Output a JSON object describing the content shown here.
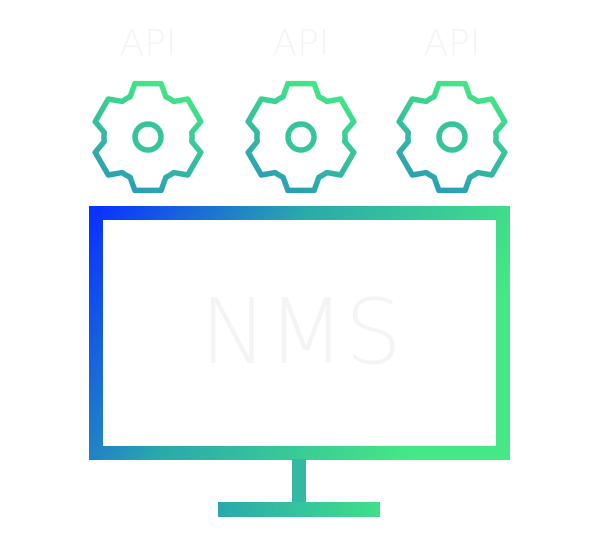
{
  "gears": [
    {
      "label": "API"
    },
    {
      "label": "API"
    },
    {
      "label": "API"
    }
  ],
  "monitor": {
    "label": "NMS"
  },
  "colors": {
    "blue": "#0a32ff",
    "teal": "#2aa8ac",
    "green": "#45e884"
  }
}
